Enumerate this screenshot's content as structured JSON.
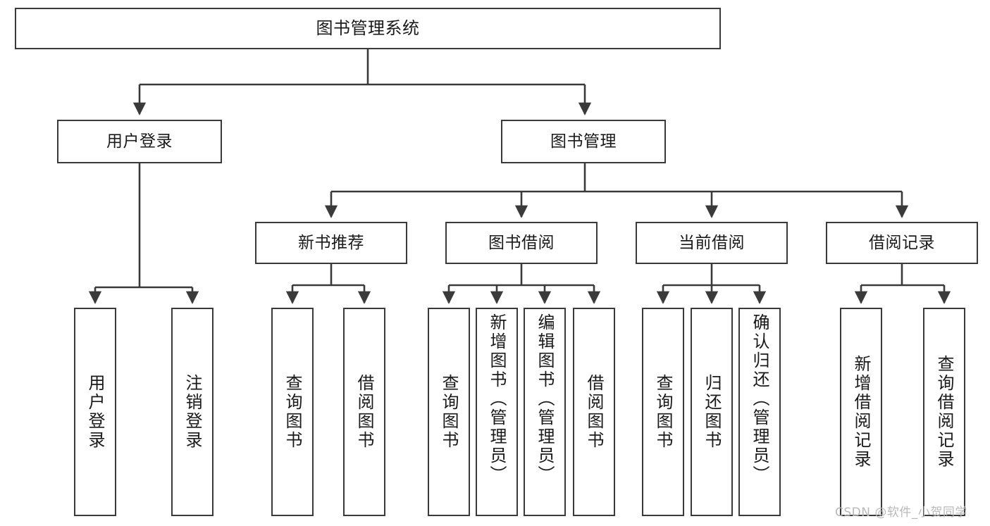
{
  "diagram": {
    "title": "图书管理系统",
    "type": "tree-hierarchy",
    "orientation": "top-down",
    "colors": {
      "stroke": "#3a3a3a",
      "fill": "#ffffff",
      "text": "#1a1a1a",
      "watermark": "#b9b9b9"
    },
    "root": {
      "label": "图书管理系统"
    },
    "level2": [
      {
        "label": "用户登录"
      },
      {
        "label": "图书管理"
      }
    ],
    "level3": [
      {
        "label": "新书推荐"
      },
      {
        "label": "图书借阅"
      },
      {
        "label": "当前借阅"
      },
      {
        "label": "借阅记录"
      }
    ],
    "leaves": {
      "user_login": [
        {
          "label": "用户登录"
        },
        {
          "label": "注销登录"
        }
      ],
      "new_book_recommend": [
        {
          "label": "查询图书"
        },
        {
          "label": "借阅图书"
        }
      ],
      "book_borrow": [
        {
          "label": "查询图书"
        },
        {
          "label": "新增图书（管理员）"
        },
        {
          "label": "编辑图书（管理员）"
        },
        {
          "label": "借阅图书"
        }
      ],
      "current_borrow": [
        {
          "label": "查询图书"
        },
        {
          "label": "归还图书"
        },
        {
          "label": "确认归还（管理员）"
        }
      ],
      "borrow_record": [
        {
          "label": "新增借阅记录"
        },
        {
          "label": "查询借阅记录"
        }
      ]
    }
  },
  "watermark": {
    "text": "CSDN @软件_小贺同学"
  }
}
